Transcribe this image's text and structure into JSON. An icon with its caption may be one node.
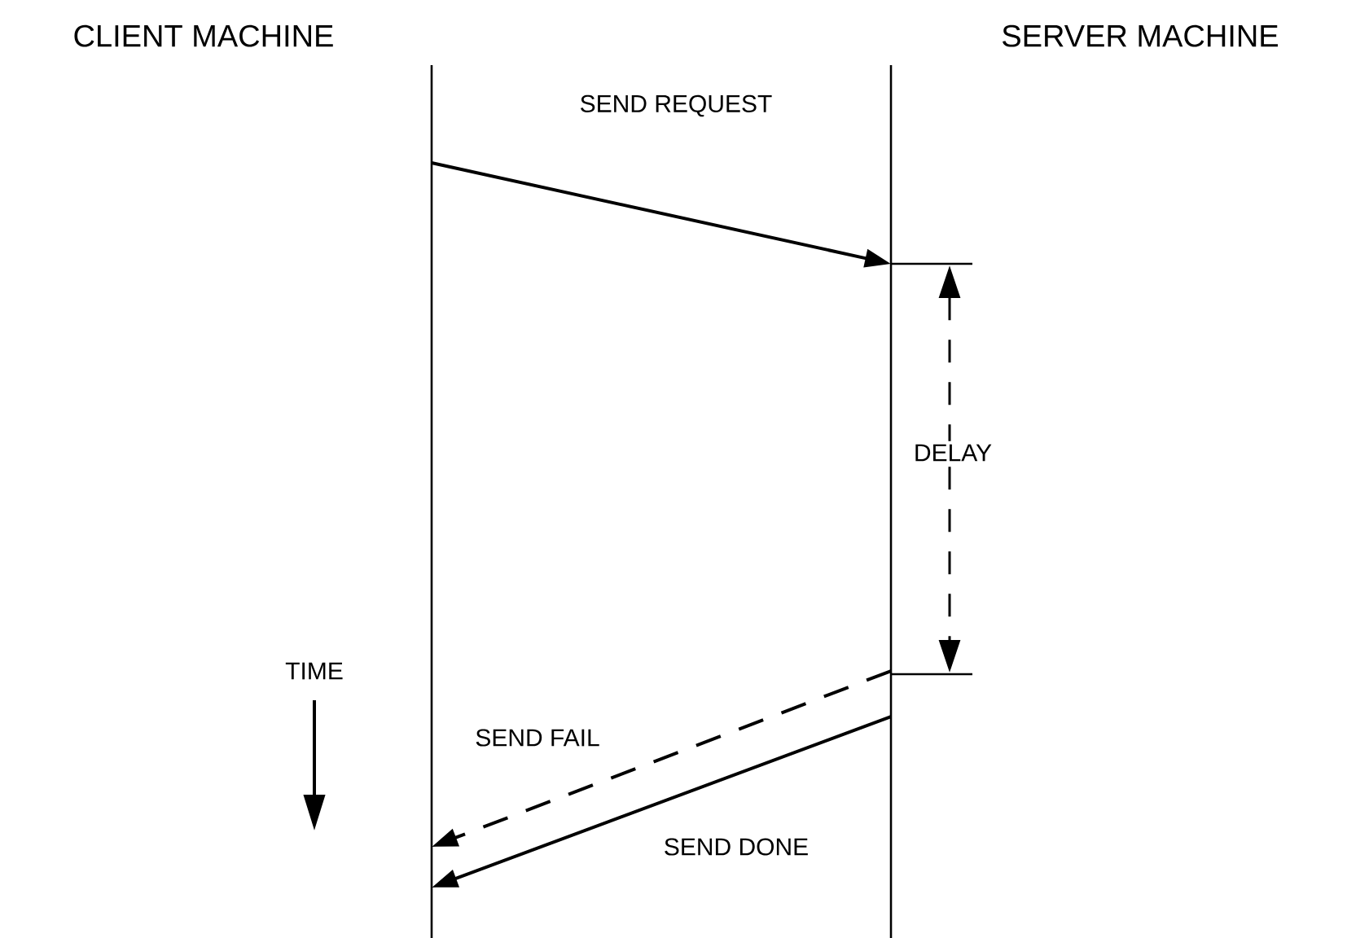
{
  "diagram": {
    "nodes": [
      {
        "text": [
          "CLIENT MACHINE"
        ]
      },
      {
        "text": [
          "SERVER MACHINE"
        ]
      }
    ],
    "edges": [
      {
        "from": 0,
        "to": 1,
        "arrow": "to",
        "label": "SEND REQUEST"
      },
      {
        "from": 1,
        "to": 0,
        "arrow": "to",
        "label": "SEND FAIL",
        "style": "dashed"
      },
      {
        "from": 1,
        "to": 0,
        "arrow": "to",
        "label": "SEND DONE"
      }
    ],
    "labels": [
      "DELAY",
      "TIME"
    ]
  }
}
